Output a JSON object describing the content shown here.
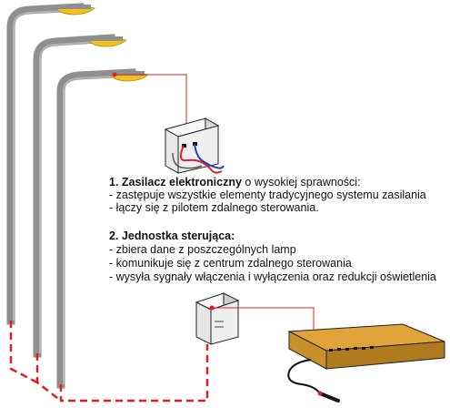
{
  "section1": {
    "title_number": "1.",
    "title_bold": "Zasilacz elektroniczny",
    "title_rest": " o wysokiej sprawności:",
    "items": [
      "- zastępuje wszystkie elementy tradycyjnego systemu zasilania",
      "- łączy się z pilotem zdalnego sterowania."
    ]
  },
  "section2": {
    "title_number": "2.",
    "title_bold": "Jednostka sterująca:",
    "items": [
      "- zbiera dane z poszczególnych lamp",
      "- komunikuje się z centrum zdalnego sterowania",
      "- wysyła sygnały włączenia i wyłączenia oraz redukcji oświetlenia"
    ]
  },
  "colors": {
    "pole": "#9a9a9a",
    "pole_shade": "#7b7b7b",
    "lamp_glow": "#f2c21a",
    "wire_red": "#e02020",
    "wire_blue": "#1f3fbf",
    "box_face": "#efefef",
    "control_center": "#c8902a"
  },
  "icons": [
    "street-lamp-icon",
    "power-supply-box-icon",
    "control-unit-box-icon",
    "remote-control-center-icon"
  ]
}
